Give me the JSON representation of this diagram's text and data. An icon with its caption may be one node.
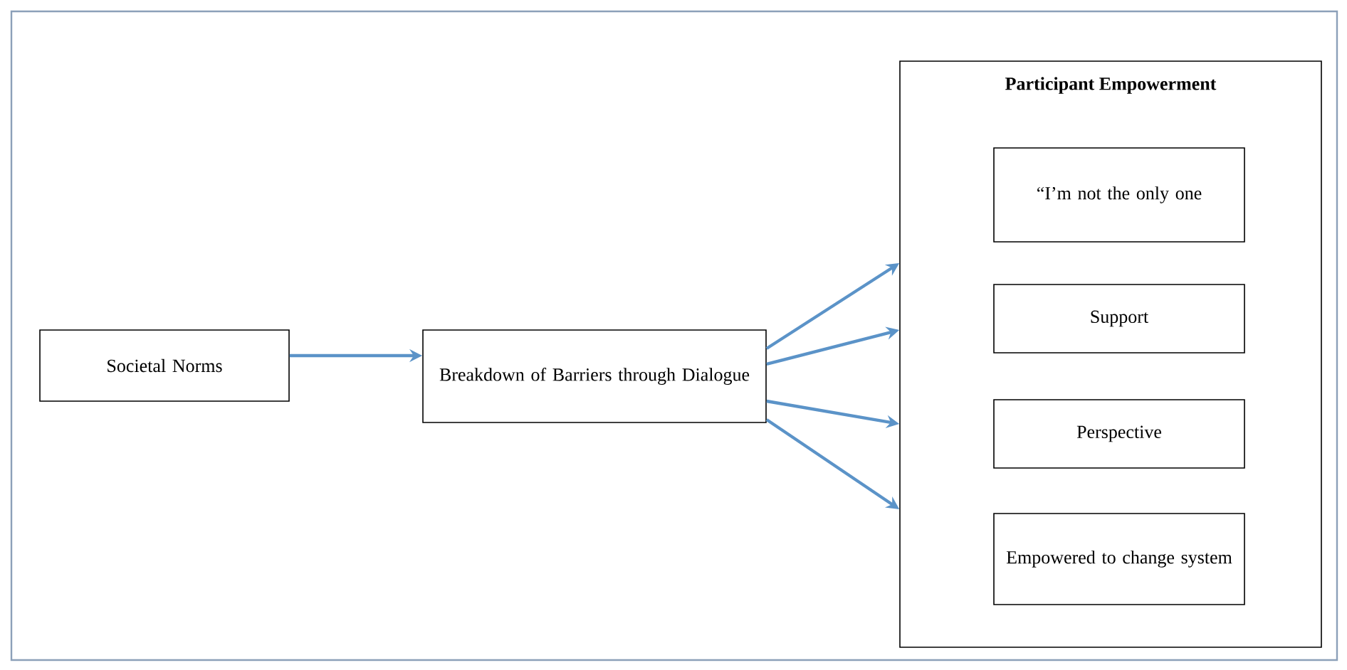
{
  "diagram": {
    "nodes": [
      {
        "text": [
          "Societal Norms"
        ]
      },
      {
        "text": [
          "Breakdown of Barriers through Dialogue"
        ]
      },
      {
        "text": [
          "Participant Empowerment"
        ]
      },
      {
        "text": [
          "“I’m not the only one"
        ],
        "in": 2
      },
      {
        "text": [
          "Support"
        ],
        "in": 2
      },
      {
        "text": [
          "Perspective"
        ],
        "in": 2
      },
      {
        "text": [
          "Empowered to change system"
        ],
        "in": 2
      }
    ],
    "edges": [
      {
        "from": 0,
        "to": 1,
        "arrow": "to"
      },
      {
        "from": 1,
        "to": 2,
        "arrow": "to"
      },
      {
        "from": 1,
        "to": 2,
        "arrow": "to"
      },
      {
        "from": 1,
        "to": 2,
        "arrow": "to"
      },
      {
        "from": 1,
        "to": 2,
        "arrow": "to"
      }
    ]
  }
}
